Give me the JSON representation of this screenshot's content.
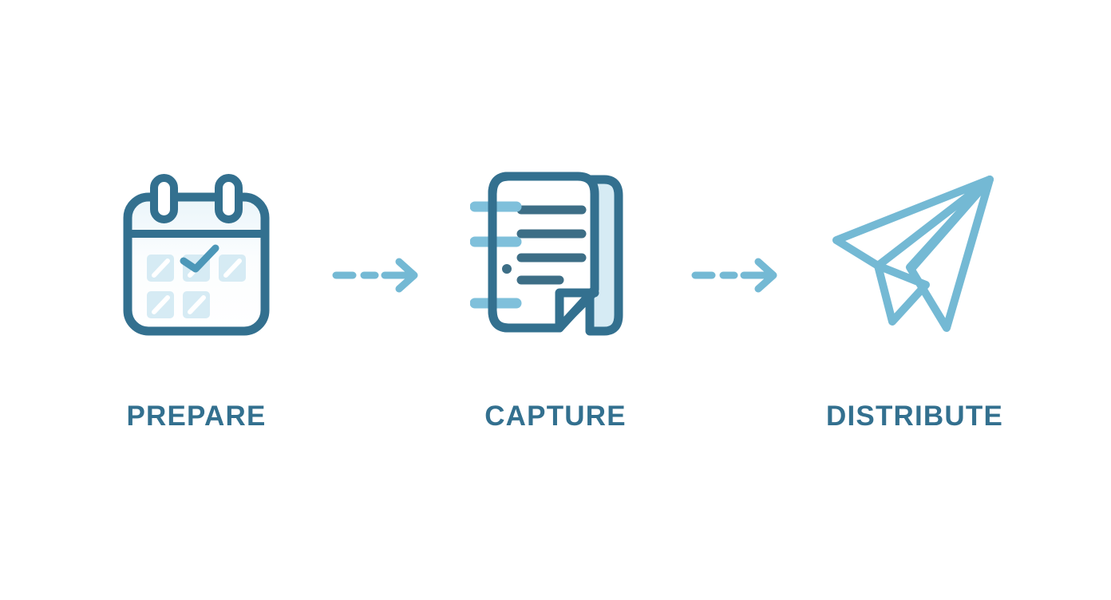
{
  "diagram": {
    "title": "Prepare Capture Distribute process flow",
    "orientation": "horizontal",
    "background_color": "#FFFFFF",
    "colors": {
      "primary_dark_blue": "#33708F",
      "accent_light_blue": "#7FC0DB",
      "fill_pale_blue": "#D6EBF4",
      "page_white": "#FFFFFF",
      "arrow_blue": "#74B9D4"
    },
    "steps": [
      {
        "id": "prepare",
        "label": "PREPARE",
        "icon": "calendar-icon",
        "icon_description": "Calendar with two top rings, header bar and five date squares, one checked"
      },
      {
        "id": "capture",
        "label": "CAPTURE",
        "icon": "notebook-icon",
        "icon_description": "Spiral notebook page with four text lines and a folded bottom corner"
      },
      {
        "id": "distribute",
        "label": "DISTRIBUTE",
        "icon": "paper-plane-icon",
        "icon_description": "Outlined paper airplane pointing up and to the right"
      }
    ],
    "connectors": [
      {
        "id": "connector-prepare-capture",
        "type": "dashed-arrow",
        "direction": "right",
        "from": "prepare",
        "to": "capture"
      },
      {
        "id": "connector-capture-distribute",
        "type": "dashed-arrow",
        "direction": "right",
        "from": "capture",
        "to": "distribute"
      }
    ]
  }
}
